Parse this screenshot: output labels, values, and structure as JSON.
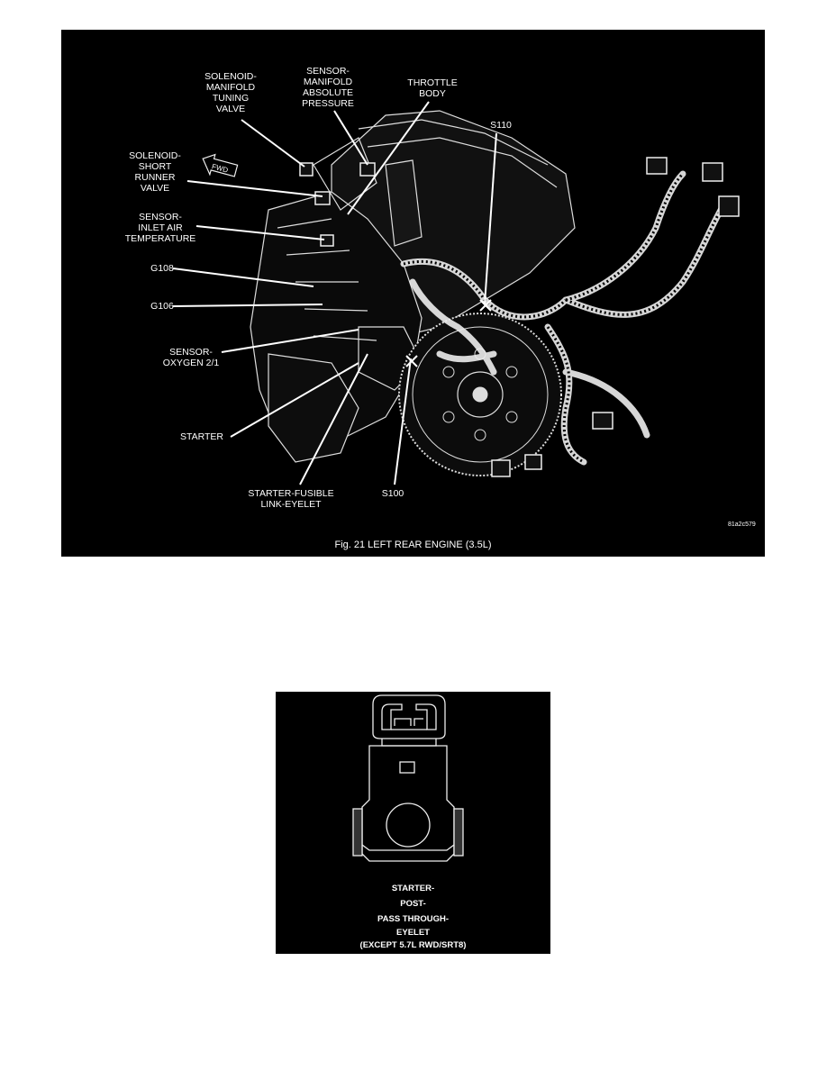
{
  "figure1": {
    "caption": "Fig. 21  LEFT REAR ENGINE  (3.5L)",
    "code": "81a2c579",
    "labels": {
      "solenoid_manifold_tuning_valve": "SOLENOID-\nMANIFOLD\nTUNING\nVALVE",
      "sensor_manifold_absolute_pressure": "SENSOR-\nMANIFOLD\nABSOLUTE\nPRESSURE",
      "throttle_body": "THROTTLE\nBODY",
      "s110": "S110",
      "solenoid_short_runner_valve": "SOLENOID-\nSHORT\nRUNNER\nVALVE",
      "sensor_inlet_air_temperature": "SENSOR-\nINLET AIR\nTEMPERATURE",
      "g108": "G108",
      "g106": "G106",
      "sensor_oxygen": "SENSOR-\nOXYGEN 2/1",
      "starter": "STARTER",
      "starter_fusible_link_eyelet": "STARTER-FUSIBLE\nLINK-EYELET",
      "s100": "S100",
      "fwd_arrow": "FWD"
    }
  },
  "figure2": {
    "lines": [
      "STARTER-",
      "POST-",
      "PASS THROUGH-",
      "EYELET",
      "(EXCEPT 5.7L RWD/SRT8)"
    ]
  }
}
